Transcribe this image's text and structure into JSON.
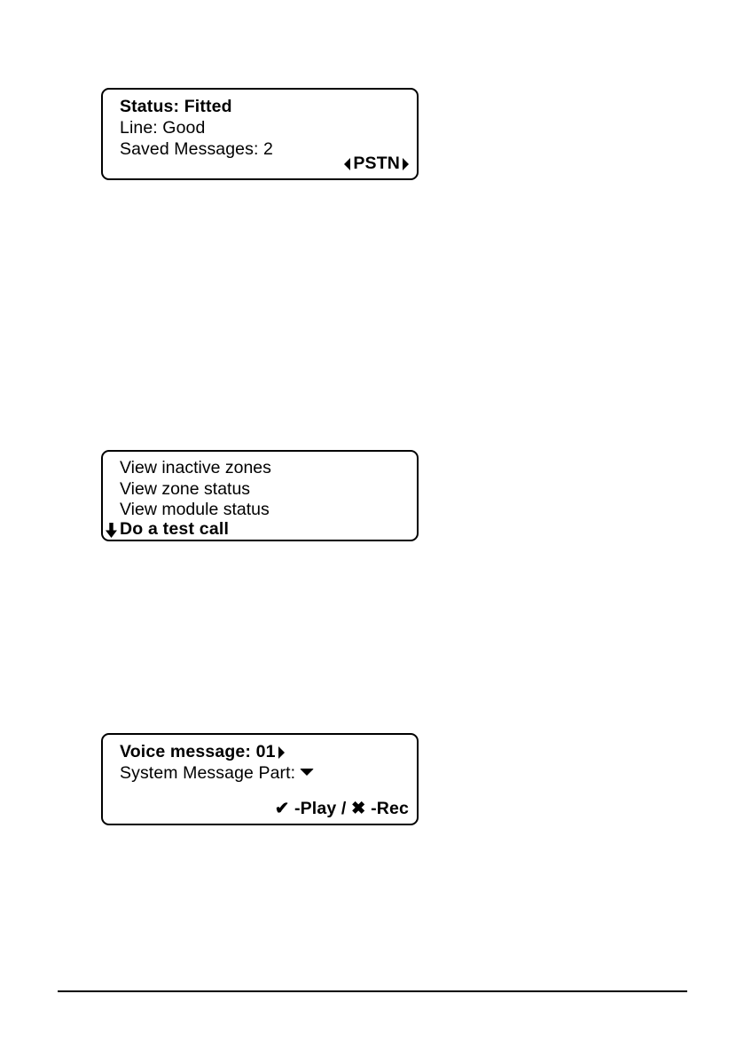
{
  "page": {
    "background": "#ffffff",
    "ink": "#000000"
  },
  "panels": [
    {
      "name": "status-panel",
      "lines": {
        "line1": "Status: Fitted",
        "line2": "Line: Good",
        "line3": "Saved Messages: 2",
        "footer": "PSTN"
      },
      "icons": {
        "prev": "triangle-left-icon",
        "next": "triangle-right-icon"
      }
    },
    {
      "name": "menu-panel",
      "items": [
        "View inactive zones",
        "View zone status",
        "View module status",
        "Do a test call"
      ],
      "selected_index": 3,
      "icons": {
        "scroll": "arrow-down-icon"
      }
    },
    {
      "name": "voice-message-panel",
      "lines": {
        "line1_label": "Voice message:",
        "line1_value": "01",
        "line2_label": "System Message Part:",
        "footer_play": "-Play",
        "footer_separator": "/",
        "footer_rec": "-Rec"
      },
      "icons": {
        "next": "triangle-right-icon",
        "expand": "chevron-down-icon",
        "play_key": "check-icon",
        "rec_key": "cross-icon"
      },
      "glyphs": {
        "check": "✔",
        "cross": "✖"
      }
    }
  ],
  "divider": {
    "name": "page-footer-rule"
  }
}
